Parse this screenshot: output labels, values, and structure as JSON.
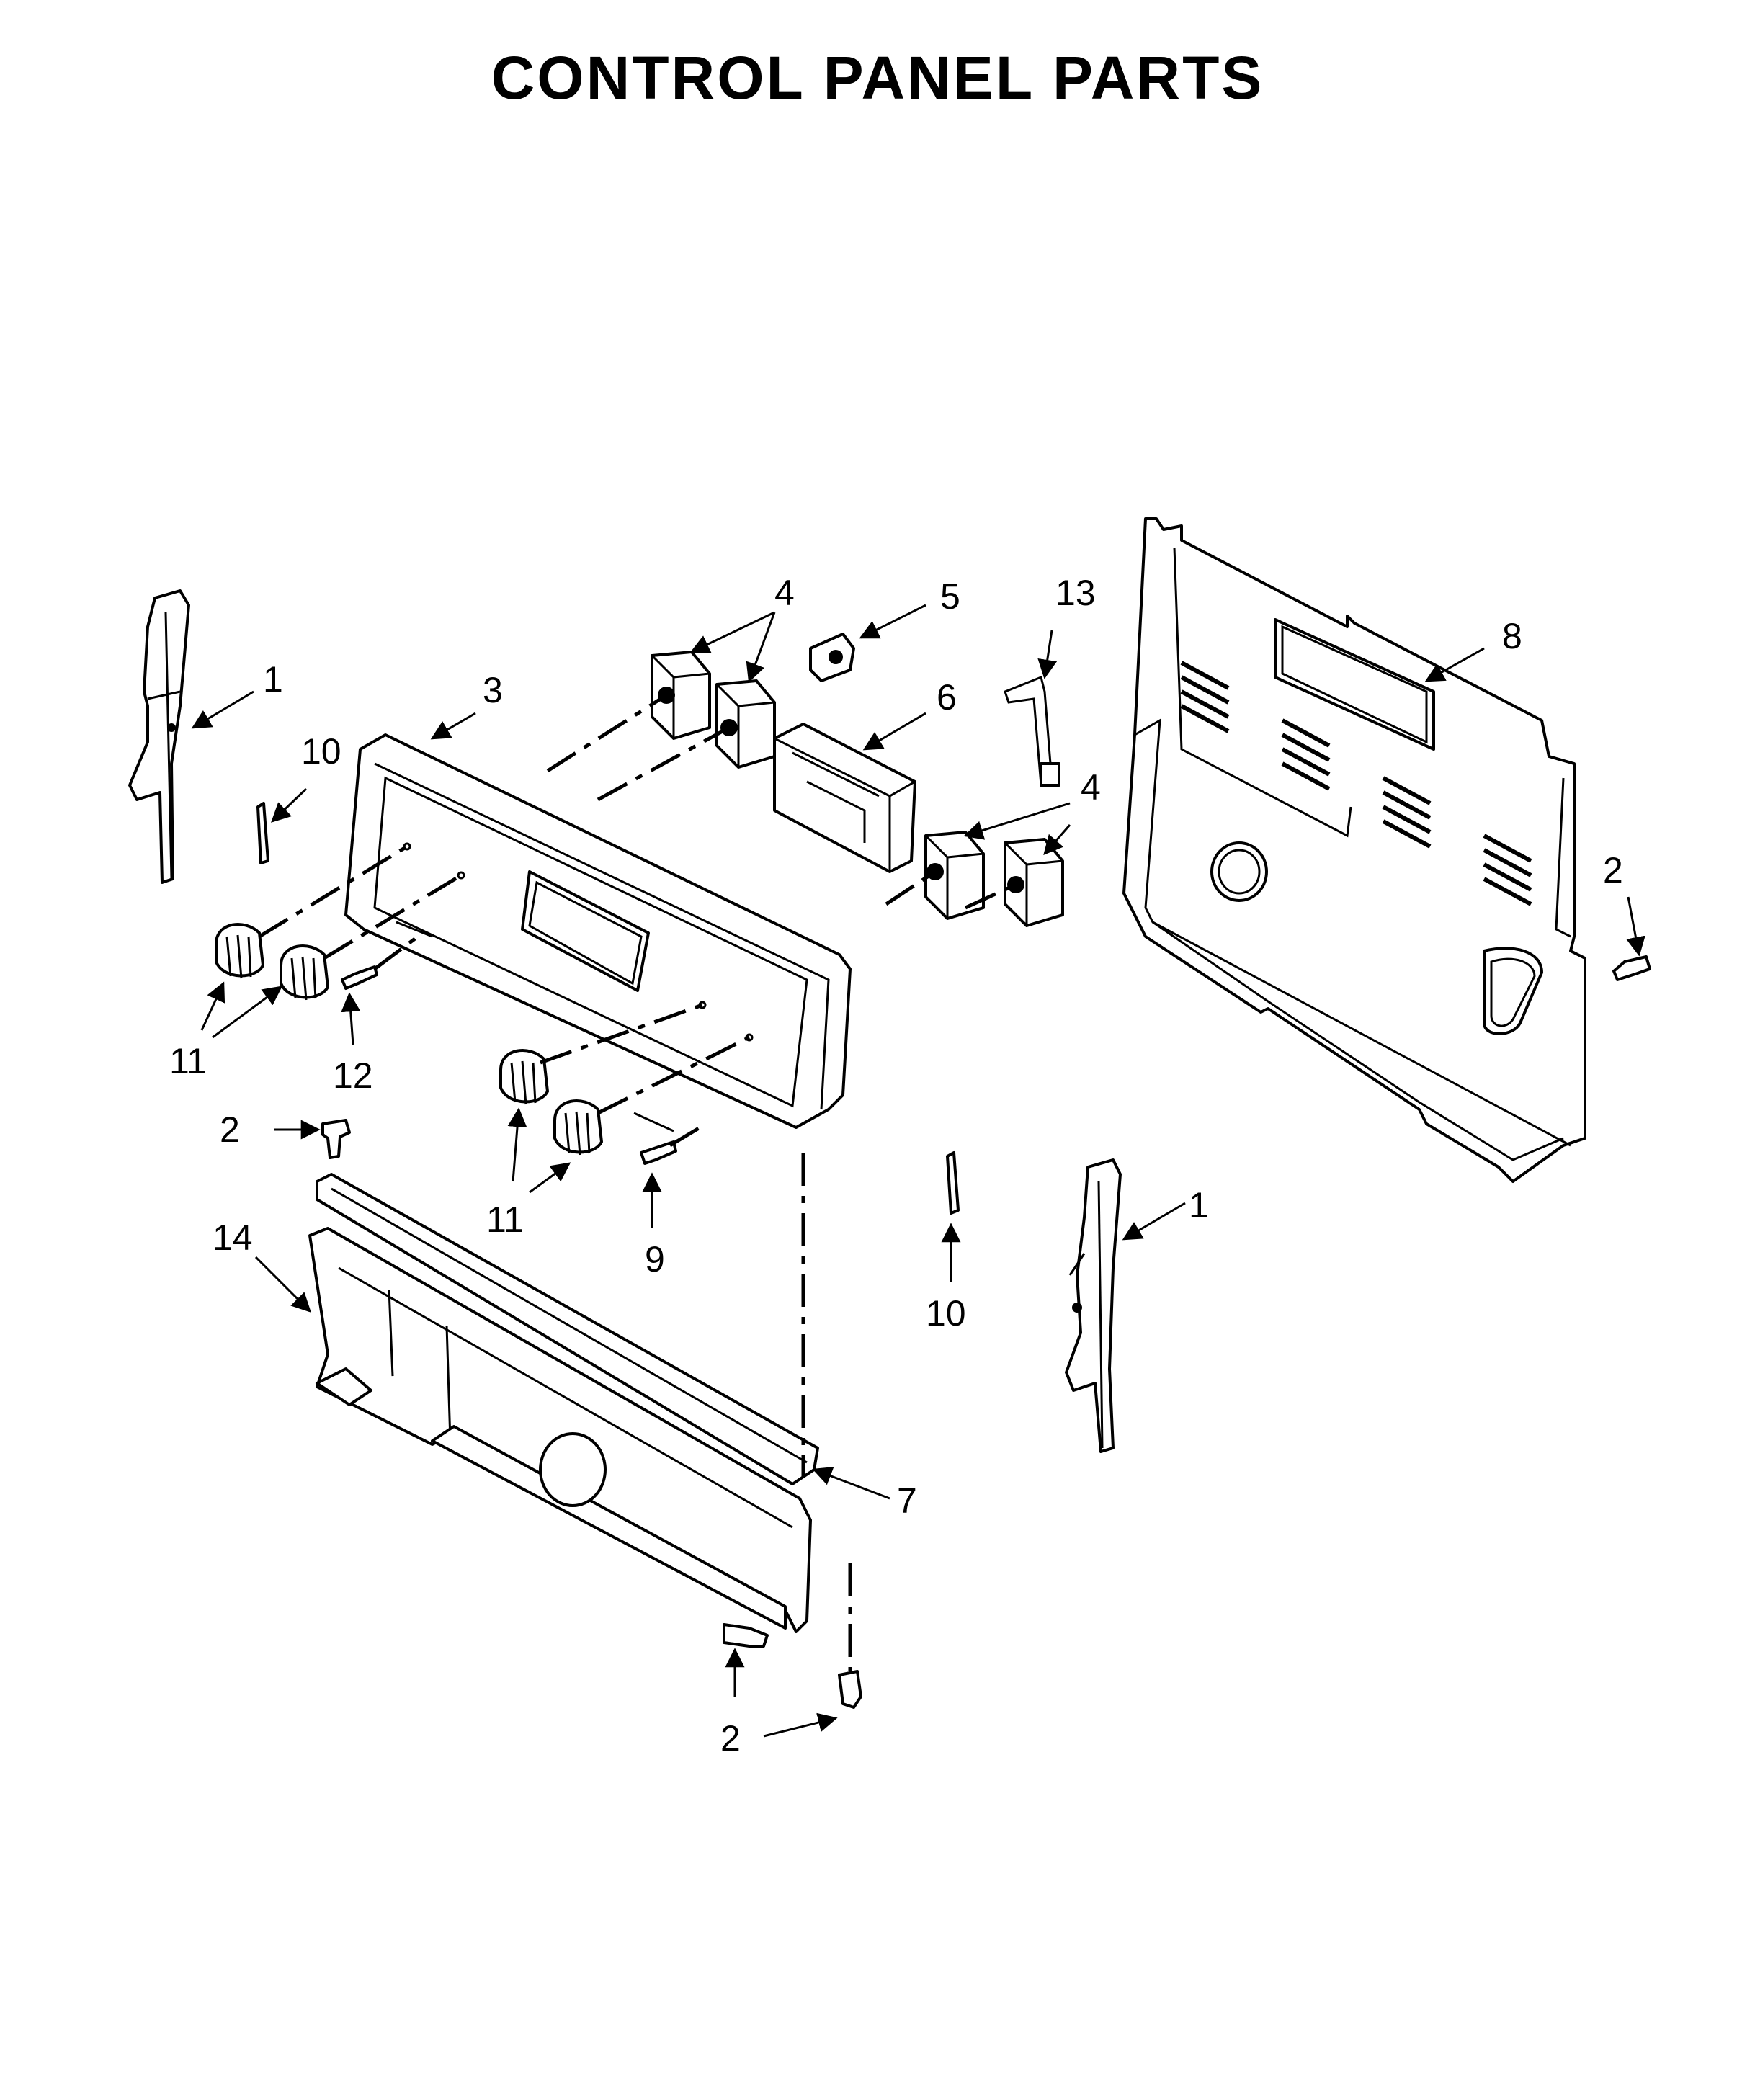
{
  "title": "CONTROL PANEL PARTS",
  "callouts": [
    "1",
    "2",
    "3",
    "4",
    "5",
    "6",
    "7",
    "8",
    "9",
    "10",
    "11",
    "12",
    "13",
    "14"
  ]
}
